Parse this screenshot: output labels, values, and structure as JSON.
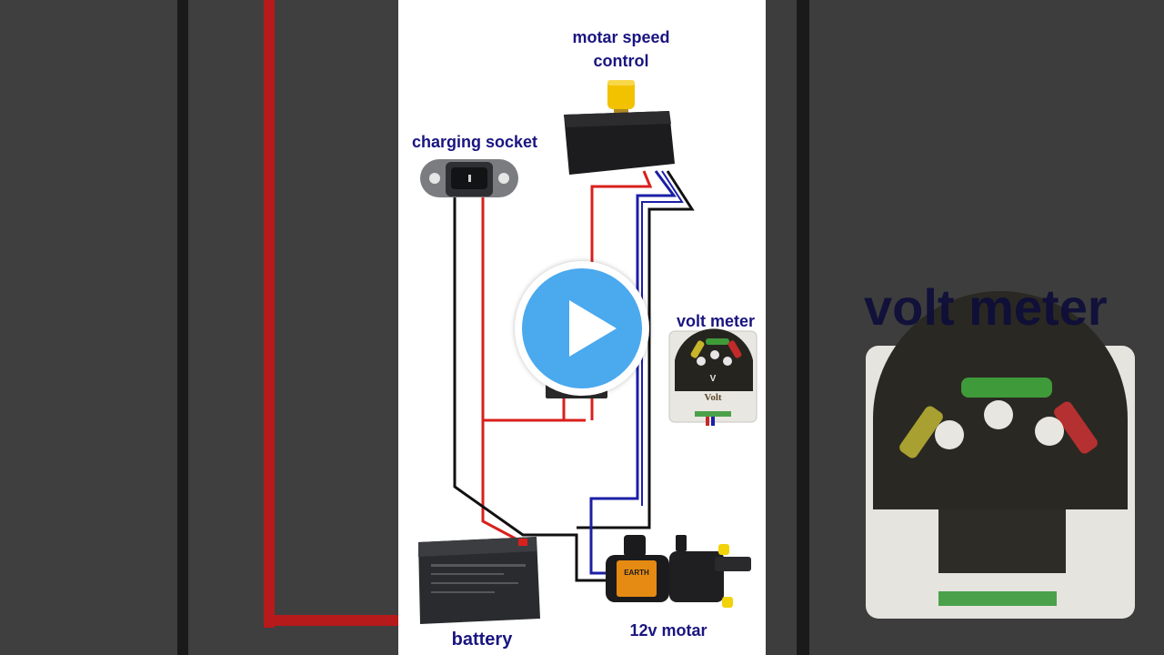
{
  "labels": {
    "speed_control_line1": "motar speed",
    "speed_control_line2": "control",
    "charging_socket": "charging socket",
    "volt_meter": "volt meter",
    "battery": "battery",
    "motor": "12v motar",
    "volt_face_text": "Volt",
    "volt_face_v": "V",
    "motor_brand": "EARTH"
  },
  "background": {
    "zoomed_label": "volt meter"
  },
  "colors": {
    "wire_red": "#d9201c",
    "wire_black": "#111111",
    "wire_blue": "#1b1fa6",
    "label_text": "#1a1580",
    "play_button": "#4ba9ee"
  }
}
